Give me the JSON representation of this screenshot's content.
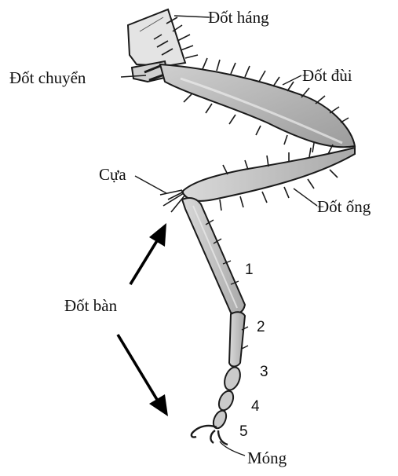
{
  "labels": {
    "coxa": "Đốt háng",
    "trochanter": "Đốt chuyển",
    "femur": "Đốt đùi",
    "spur": "Cựa",
    "tibia": "Đốt ống",
    "tarsus": "Đốt bàn",
    "claw": "Móng"
  },
  "tarsal_numbers": [
    "1",
    "2",
    "3",
    "4",
    "5"
  ],
  "colors": {
    "segment_fill": "#bdbdbd",
    "segment_highlight": "#dedede",
    "outline": "#1a1a1a"
  }
}
